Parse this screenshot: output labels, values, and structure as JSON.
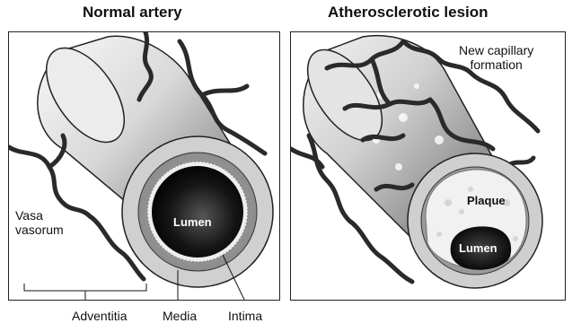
{
  "titles": {
    "normal": "Normal artery",
    "lesion": "Atherosclerotic lesion"
  },
  "labels": {
    "vasa_vasorum": "Vasa\nvasorum",
    "lumen_normal": "Lumen",
    "adventitia": "Adventitia",
    "media": "Media",
    "intima": "Intima",
    "new_capillary": "New capillary\nformation",
    "plaque": "Plaque",
    "lumen_lesion": "Lumen"
  }
}
